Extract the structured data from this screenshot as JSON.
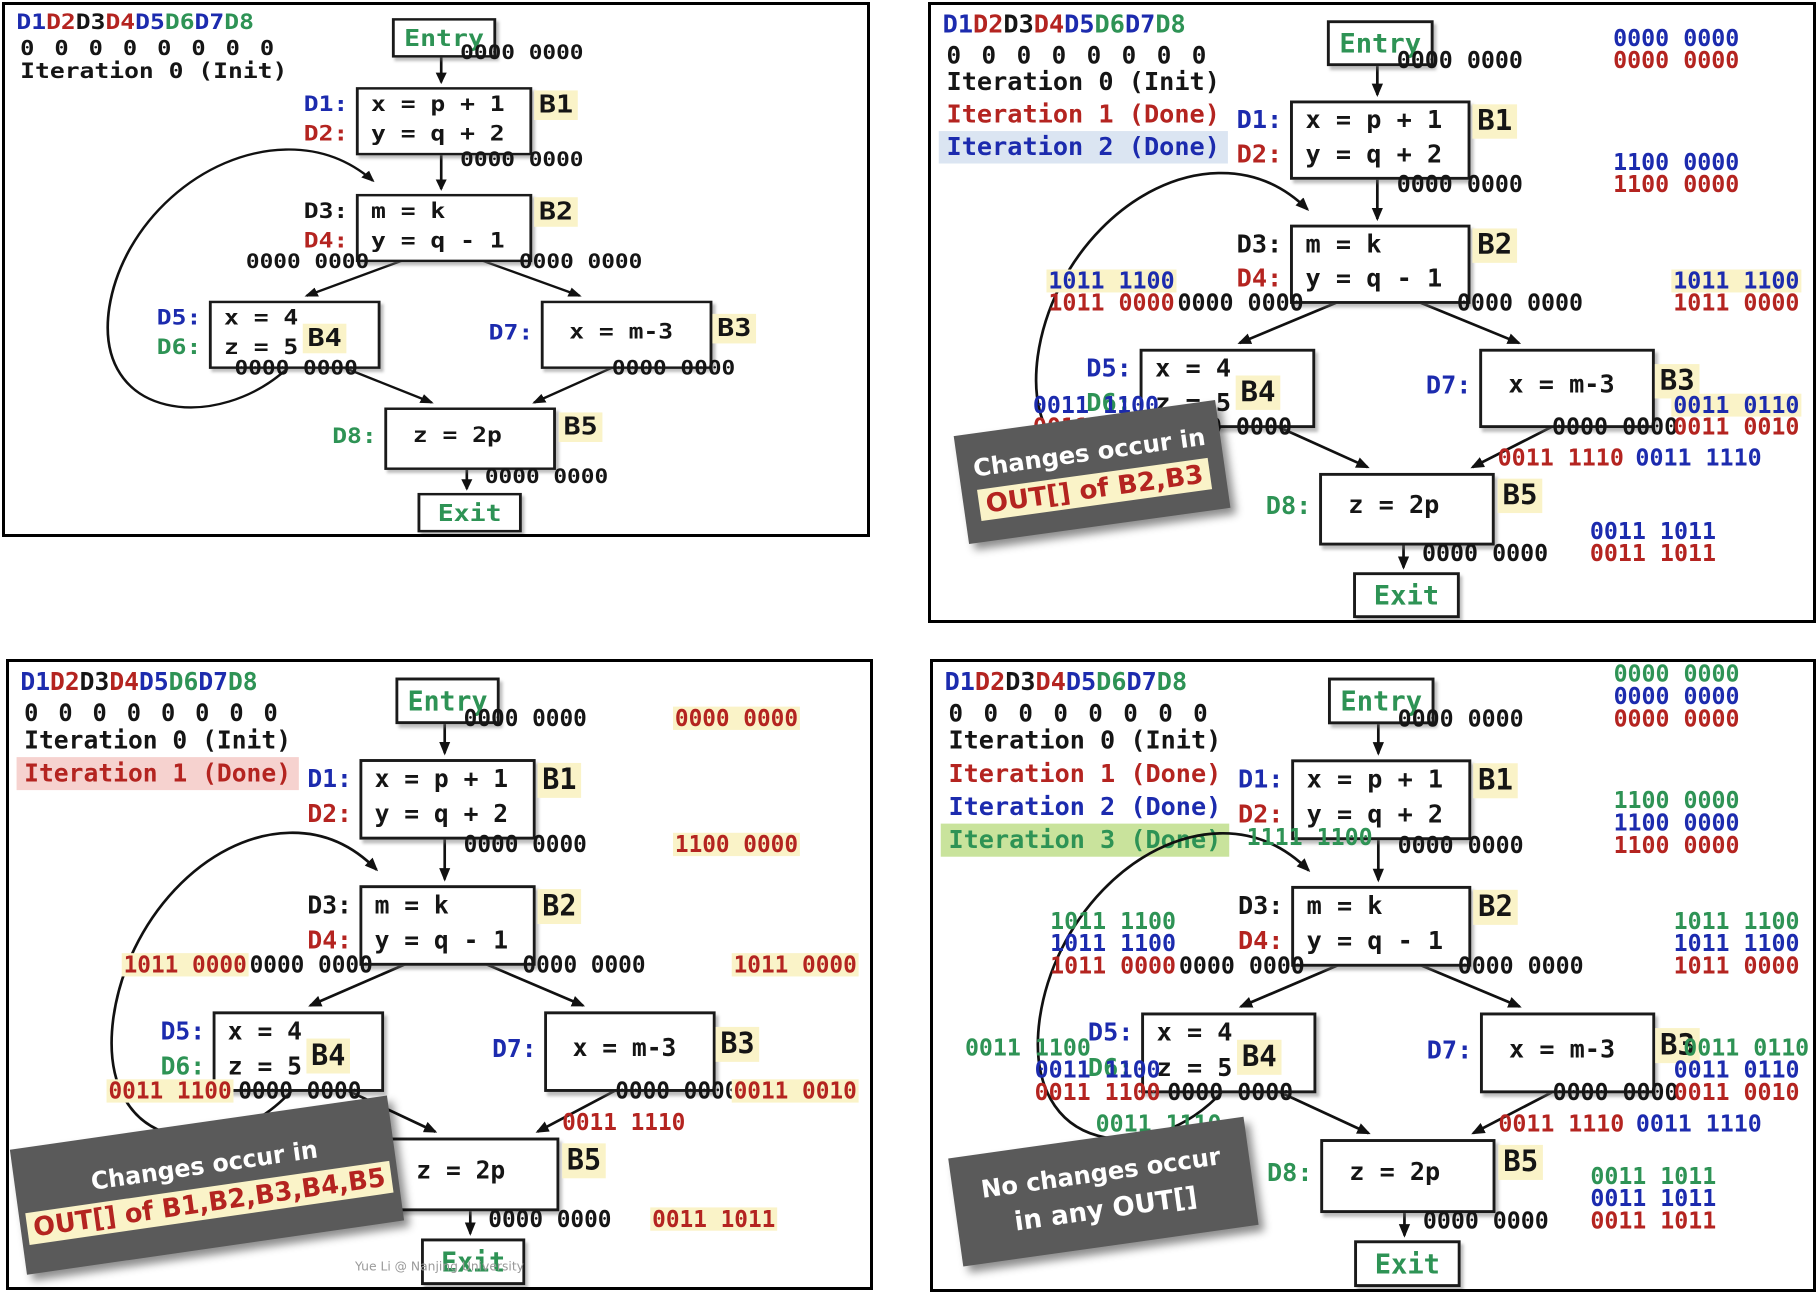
{
  "colors": {
    "black": "#151515",
    "blue": "#1c2bae",
    "red": "#b42420",
    "green": "#2e9355",
    "yellow": "#faf3c8",
    "pink": "#f6d2cf",
    "lightblue": "#dbe5f2",
    "lightgreen": "#c9e39c",
    "note_bg": "#5a5a5a",
    "note_text": "#ffffff"
  },
  "legend": {
    "defs": [
      {
        "label": "D1",
        "color": "blue"
      },
      {
        "label": "D2",
        "color": "red"
      },
      {
        "label": "D3",
        "color": "black"
      },
      {
        "label": "D4",
        "color": "red"
      },
      {
        "label": "D5",
        "color": "blue"
      },
      {
        "label": "D6",
        "color": "green"
      },
      {
        "label": "D7",
        "color": "blue"
      },
      {
        "label": "D8",
        "color": "green"
      }
    ],
    "init_bits": "0 0 0 0 0 0 0 0"
  },
  "cfg": {
    "entry_label": "Entry",
    "exit_label": "Exit",
    "edge_zero_vector": "0000 0000",
    "blocks": [
      {
        "id": "B1",
        "tag": "B1",
        "rows": [
          {
            "def": "D1:",
            "def_color": "blue",
            "code": "x = p + 1"
          },
          {
            "def": "D2:",
            "def_color": "red",
            "code": "y = q + 2"
          }
        ]
      },
      {
        "id": "B2",
        "tag": "B2",
        "rows": [
          {
            "def": "D3:",
            "def_color": "black",
            "code": "m = k"
          },
          {
            "def": "D4:",
            "def_color": "red",
            "code": "y = q - 1"
          }
        ]
      },
      {
        "id": "B4",
        "tag": "B4",
        "rows": [
          {
            "def": "D5:",
            "def_color": "blue",
            "code": "x = 4"
          },
          {
            "def": "D6:",
            "def_color": "green",
            "code": "z = 5"
          }
        ]
      },
      {
        "id": "B3",
        "tag": "B3",
        "rows": [
          {
            "def": "D7:",
            "def_color": "blue",
            "code": "x = m-3"
          }
        ]
      },
      {
        "id": "B5",
        "tag": "B5",
        "rows": [
          {
            "def": "D8:",
            "def_color": "green",
            "code": "z = 2p"
          }
        ]
      }
    ]
  },
  "panels": [
    {
      "name": "iteration-0-init",
      "iterations": [
        {
          "text": "Iteration 0 (Init)",
          "color": "black",
          "hl": ""
        }
      ],
      "stacks": {},
      "extra_in_b2": null,
      "note": null,
      "footer": null
    },
    {
      "name": "iteration-2-done",
      "iterations": [
        {
          "text": "Iteration 0 (Init)",
          "color": "black",
          "hl": ""
        },
        {
          "text": "Iteration 1 (Done)",
          "color": "red",
          "hl": ""
        },
        {
          "text": "Iteration 2 (Done)",
          "color": "blue",
          "hl": "lightblue"
        }
      ],
      "stacks": {
        "entry": [
          {
            "v": "0000 0000",
            "c": "blue"
          },
          {
            "v": "0000 0000",
            "c": "red"
          }
        ],
        "b1b2": [
          {
            "v": "1100 0000",
            "c": "blue"
          },
          {
            "v": "1100 0000",
            "c": "red"
          }
        ],
        "b2l": [
          {
            "v": "1011 1100",
            "c": "blue",
            "hl": true
          },
          {
            "v": "1011 0000",
            "c": "red"
          }
        ],
        "b2r": [
          {
            "v": "1011 1100",
            "c": "blue",
            "hl": true
          },
          {
            "v": "1011 0000",
            "c": "red"
          }
        ],
        "b4": [
          {
            "v": "0011 1100",
            "c": "blue"
          },
          {
            "v": "0011 1100",
            "c": "red"
          }
        ],
        "b3": [
          {
            "v": "0011 0110",
            "c": "blue",
            "hl": true
          },
          {
            "v": "0011 0010",
            "c": "red"
          }
        ],
        "b5above": [
          {
            "v": "0011 1110",
            "c": "red"
          },
          {
            "v": "0011 1110",
            "c": "blue"
          }
        ],
        "b5": [
          {
            "v": "0011 1011",
            "c": "blue"
          },
          {
            "v": "0011 1011",
            "c": "red"
          }
        ]
      },
      "extra_in_b2": null,
      "note": {
        "lines": [
          {
            "text": "Changes occur in",
            "style": "l1"
          },
          {
            "text": "OUT[] of B2,B3",
            "style": "hl-red"
          }
        ]
      },
      "footer": null
    },
    {
      "name": "iteration-1-done",
      "iterations": [
        {
          "text": "Iteration 0 (Init)",
          "color": "black",
          "hl": ""
        },
        {
          "text": "Iteration 1 (Done)",
          "color": "red",
          "hl": "pink"
        }
      ],
      "stacks": {
        "entry": [
          {
            "v": "0000 0000",
            "c": "red",
            "hl": true
          }
        ],
        "b1b2": [
          {
            "v": "1100 0000",
            "c": "red",
            "hl": true
          }
        ],
        "b2l": [
          {
            "v": "1011 0000",
            "c": "red",
            "hl": true
          }
        ],
        "b2r": [
          {
            "v": "1011 0000",
            "c": "red",
            "hl": true
          }
        ],
        "b4": [
          {
            "v": "0011 1100",
            "c": "red",
            "hl": true
          }
        ],
        "b3": [
          {
            "v": "0011 0010",
            "c": "red",
            "hl": true
          }
        ],
        "b5above": [
          {
            "v": "0011 1110",
            "c": "red"
          }
        ],
        "b5": [
          {
            "v": "0011 1011",
            "c": "red",
            "hl": true
          }
        ]
      },
      "extra_in_b2": null,
      "note": {
        "lines": [
          {
            "text": "Changes occur in",
            "style": "l1"
          },
          {
            "text": "OUT[] of B1,B2,B3,B4,B5",
            "style": "hl-red"
          }
        ]
      },
      "footer": "Yue Li @ Nanjing University"
    },
    {
      "name": "iteration-3-done",
      "iterations": [
        {
          "text": "Iteration 0 (Init)",
          "color": "black",
          "hl": ""
        },
        {
          "text": "Iteration 1 (Done)",
          "color": "red",
          "hl": ""
        },
        {
          "text": "Iteration 2 (Done)",
          "color": "blue",
          "hl": ""
        },
        {
          "text": "Iteration 3 (Done)",
          "color": "green",
          "hl": "lightgreen"
        }
      ],
      "stacks": {
        "entry": [
          {
            "v": "0000 0000",
            "c": "green"
          },
          {
            "v": "0000 0000",
            "c": "blue"
          },
          {
            "v": "0000 0000",
            "c": "red"
          }
        ],
        "b1b2": [
          {
            "v": "1100 0000",
            "c": "green"
          },
          {
            "v": "1100 0000",
            "c": "blue"
          },
          {
            "v": "1100 0000",
            "c": "red"
          }
        ],
        "b2l": [
          {
            "v": "1011 1100",
            "c": "green"
          },
          {
            "v": "1011 1100",
            "c": "blue"
          },
          {
            "v": "1011 0000",
            "c": "red"
          }
        ],
        "b2r": [
          {
            "v": "1011 1100",
            "c": "green"
          },
          {
            "v": "1011 1100",
            "c": "blue"
          },
          {
            "v": "1011 0000",
            "c": "red"
          }
        ],
        "b4": [
          {
            "v": "0011 1100",
            "c": "green"
          },
          {
            "v": "0011 1100",
            "c": "blue"
          },
          {
            "v": "0011 1100",
            "c": "red"
          }
        ],
        "b3": [
          {
            "v": "0011 0110",
            "c": "green"
          },
          {
            "v": "0011 0110",
            "c": "blue"
          },
          {
            "v": "0011 0010",
            "c": "red"
          }
        ],
        "b5aboveL": [
          {
            "v": "0011 1110",
            "c": "green"
          }
        ],
        "b5above": [
          {
            "v": "0011 1110",
            "c": "red"
          },
          {
            "v": "0011 1110",
            "c": "blue"
          }
        ],
        "b5": [
          {
            "v": "0011 1011",
            "c": "green"
          },
          {
            "v": "0011 1011",
            "c": "blue"
          },
          {
            "v": "0011 1011",
            "c": "red"
          }
        ]
      },
      "extra_in_b2": {
        "v": "1111 1100",
        "c": "green"
      },
      "note": {
        "lines": [
          {
            "text": "No changes occur",
            "style": "l1"
          },
          {
            "text": "in any OUT[]",
            "style": "plain"
          }
        ]
      },
      "footer": null
    }
  ]
}
